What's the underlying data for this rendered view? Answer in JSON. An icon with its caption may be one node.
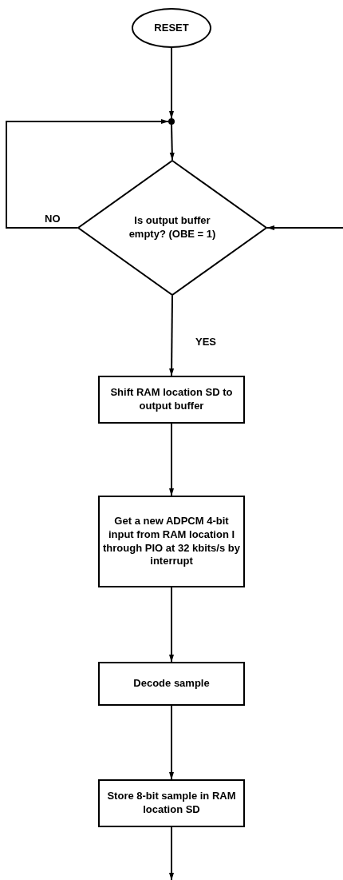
{
  "diagram": {
    "nodes": [
      {
        "text": [
          "RESET"
        ]
      },
      {
        "text": [],
        "shape": "circle"
      },
      {
        "text": [
          "Is output buffer empty? (OBE = 1)"
        ]
      },
      {
        "text": [
          "Shift RAM location SD to output buffer"
        ]
      },
      {
        "text": [
          "Get a new ADPCM 4-bit input from RAM location I through PIO at 32 kbits/s by interrupt"
        ]
      },
      {
        "text": [
          "Decode sample"
        ]
      },
      {
        "text": [
          "Store 8-bit sample in RAM location SD"
        ]
      }
    ],
    "edges": [
      {
        "from": 0,
        "to": 1,
        "arrow": "to"
      },
      {
        "from": 1,
        "to": 2,
        "arrow": "to"
      },
      {
        "from": 2,
        "to": 1,
        "arrow": "to",
        "label": "NO"
      },
      {
        "from": null,
        "to": 2,
        "arrow": "to"
      },
      {
        "from": 2,
        "to": 3,
        "arrow": "to",
        "label": "YES"
      },
      {
        "from": 3,
        "to": 4,
        "arrow": "to"
      },
      {
        "from": 4,
        "to": 5,
        "arrow": "to"
      },
      {
        "from": 5,
        "to": 6,
        "arrow": "to"
      },
      {
        "from": 6,
        "to": null,
        "arrow": "to"
      }
    ]
  }
}
